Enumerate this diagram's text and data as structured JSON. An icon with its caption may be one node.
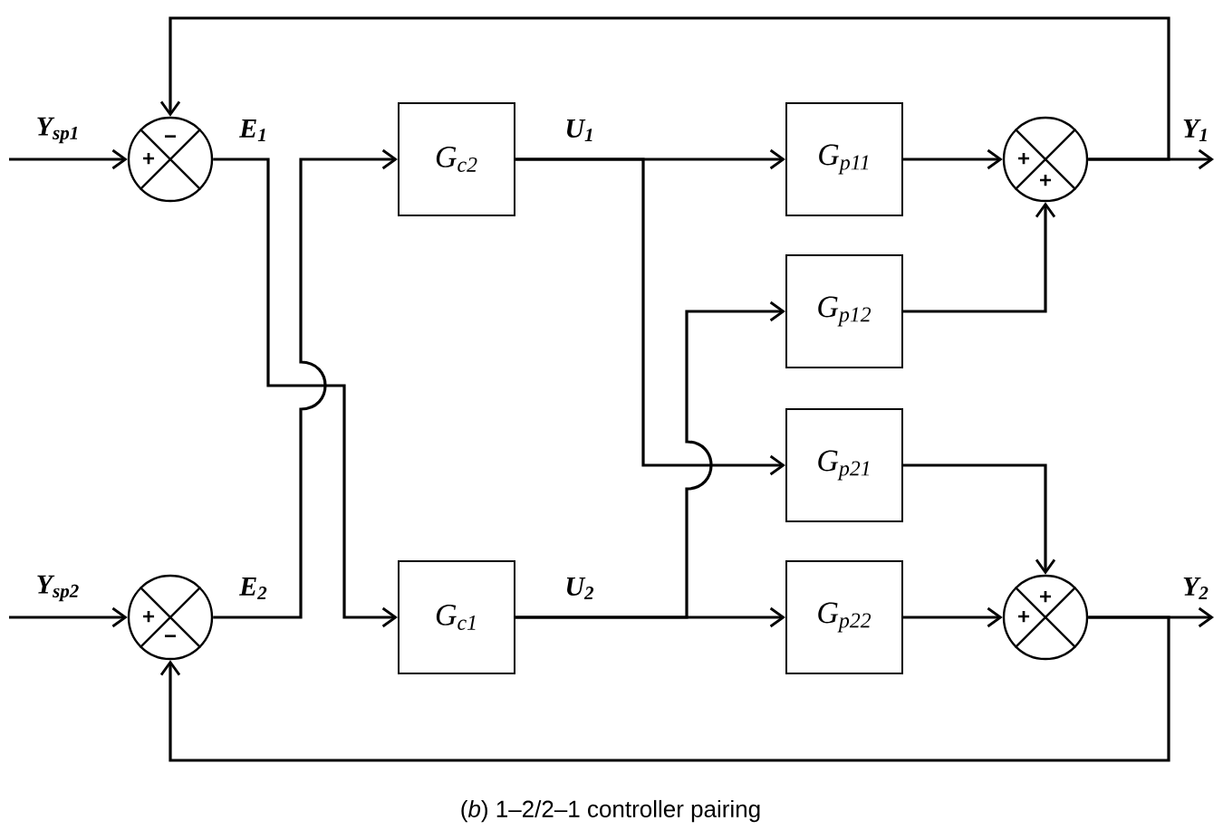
{
  "diagram": {
    "caption": "(*b*) 1–2/2–1 controller pairing",
    "nodes": [
      {
        "text": [
          "−",
          "+"
        ]
      },
      {
        "text": [
          "G$_{c2}$"
        ]
      },
      {
        "text": [
          "G$_{p11}$"
        ]
      },
      {
        "text": [
          "+",
          "+"
        ]
      },
      {
        "text": [
          "G$_{p12}$"
        ]
      },
      {
        "text": [
          "G$_{p21}$"
        ]
      },
      {
        "text": [
          "+",
          "−"
        ]
      },
      {
        "text": [
          "G$_{c1}$"
        ]
      },
      {
        "text": [
          "G$_{p22}$"
        ]
      },
      {
        "text": [
          "+",
          "+"
        ]
      }
    ],
    "edges": [
      {
        "from": null,
        "to": 0,
        "arrow": "to",
        "label": "Y$_{sp1}$"
      },
      {
        "from": 0,
        "to": 7,
        "arrow": "to",
        "label": "E$_{1}$"
      },
      {
        "from": 6,
        "to": 1,
        "arrow": "to",
        "label": "E$_{2}$"
      },
      {
        "from": 1,
        "to": 2,
        "arrow": "to",
        "label": "U$_{1}$"
      },
      {
        "from": 1,
        "to": 5,
        "arrow": "to"
      },
      {
        "from": 2,
        "to": 3,
        "arrow": "to"
      },
      {
        "from": 4,
        "to": 3,
        "arrow": "to"
      },
      {
        "from": 3,
        "to": null,
        "arrow": "to",
        "label": "Y$_{1}$"
      },
      {
        "from": 3,
        "to": 0,
        "arrow": "to"
      },
      {
        "from": null,
        "to": 6,
        "arrow": "to",
        "label": "Y$_{sp2}$"
      },
      {
        "from": 7,
        "to": 8,
        "arrow": "to",
        "label": "U$_{2}$"
      },
      {
        "from": 7,
        "to": 4,
        "arrow": "to"
      },
      {
        "from": 5,
        "to": 9,
        "arrow": "to"
      },
      {
        "from": 8,
        "to": 9,
        "arrow": "to"
      },
      {
        "from": 9,
        "to": null,
        "arrow": "to",
        "label": "Y$_{2}$"
      },
      {
        "from": 9,
        "to": 6,
        "arrow": "to"
      }
    ]
  }
}
